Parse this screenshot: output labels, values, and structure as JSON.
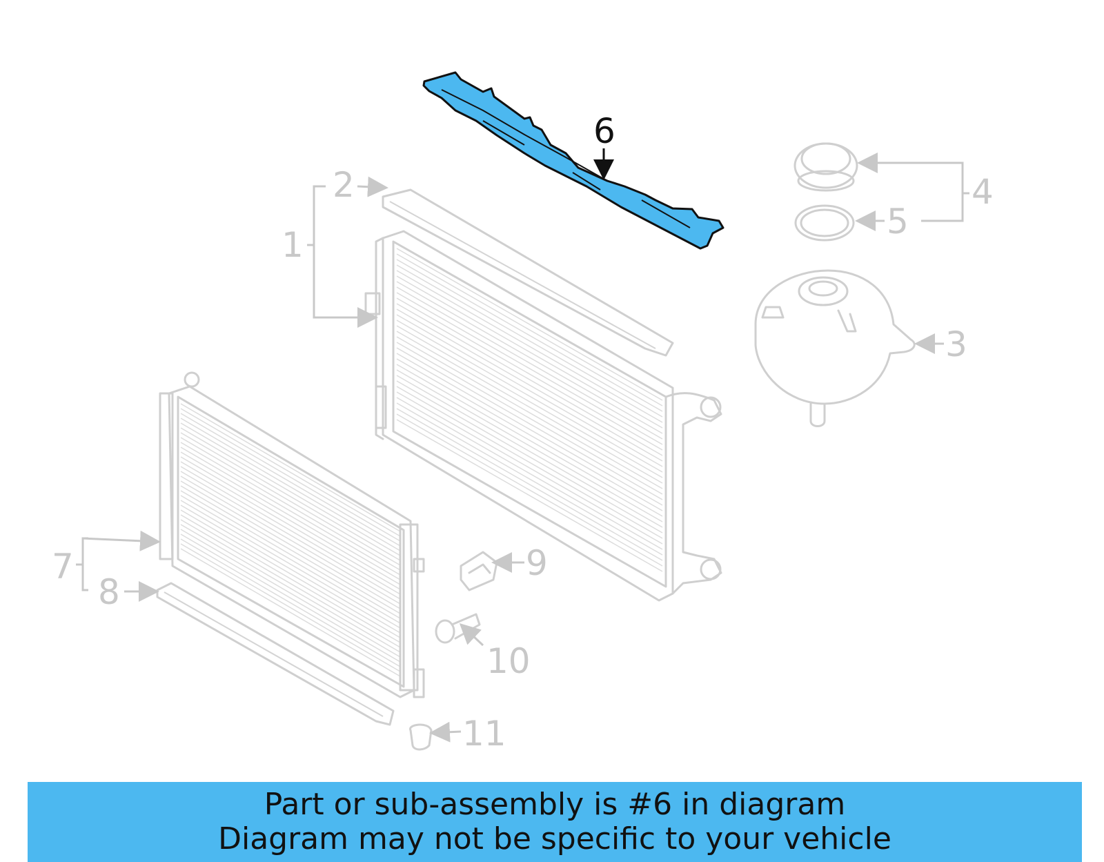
{
  "callouts": {
    "c1": "1",
    "c2": "2",
    "c3": "3",
    "c4": "4",
    "c5": "5",
    "c6": "6",
    "c7": "7",
    "c8": "8",
    "c9": "9",
    "c10": "10",
    "c11": "11"
  },
  "highlight": {
    "part_number": "6",
    "color": "#4cb8f0"
  },
  "banner": {
    "line1": "Part or sub-assembly is #6 in diagram",
    "line2": "Diagram may not be specific to your vehicle",
    "background": "#4cb8f0"
  }
}
